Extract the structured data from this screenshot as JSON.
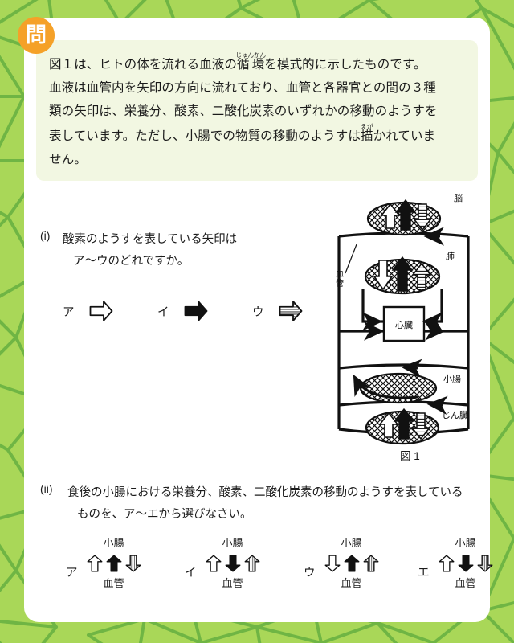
{
  "theme": {
    "background_green": "#a9d758",
    "pattern_line_green": "#6fb544",
    "card_white": "#ffffff",
    "intro_box_green": "#f2f7e2",
    "badge_orange": "#f5a128",
    "ink": "#1b1b1b"
  },
  "badge": {
    "label": "問"
  },
  "intro": {
    "lines": [
      [
        {
          "t": "図１は、ヒトの体を流れる血液の"
        },
        {
          "t": "循環",
          "ruby": "じゅんかん"
        },
        {
          "t": "を模式的に示したものです。"
        }
      ],
      [
        {
          "t": "血液は血管内を矢印の方向に流れており、血管と各器官との間の３種"
        }
      ],
      [
        {
          "t": "類の矢印は、栄養分、酸素、二酸化炭素のいずれかの移動のようすを"
        }
      ],
      [
        {
          "t": "表しています。ただし、小腸での物質の移動のようすは"
        },
        {
          "t": "描",
          "ruby": "えが"
        },
        {
          "t": "かれていま"
        }
      ],
      [
        {
          "t": "せん。"
        }
      ]
    ]
  },
  "question_i": {
    "marker": "(i)",
    "lines": [
      "酸素のようすを表している矢印は",
      "ア～ウのどれですか。"
    ],
    "choices": [
      {
        "label": "ア",
        "arrow_style": "outline",
        "direction": "right"
      },
      {
        "label": "イ",
        "arrow_style": "solid",
        "direction": "right"
      },
      {
        "label": "ウ",
        "arrow_style": "hatched",
        "direction": "right"
      }
    ]
  },
  "question_ii": {
    "marker": "(ii)",
    "lines": [
      "食後の小腸における栄養分、酸素、二酸化炭素の移動のようすを表している",
      "ものを、ア～エから選びなさい。"
    ],
    "top_label": "小腸",
    "bottom_label": "血管",
    "choices": [
      {
        "label": "ア",
        "arrows": [
          {
            "style": "outline",
            "direction": "up"
          },
          {
            "style": "solid",
            "direction": "up"
          },
          {
            "style": "hatched",
            "direction": "down"
          }
        ]
      },
      {
        "label": "イ",
        "arrows": [
          {
            "style": "outline",
            "direction": "up"
          },
          {
            "style": "solid",
            "direction": "down"
          },
          {
            "style": "hatched",
            "direction": "up"
          }
        ]
      },
      {
        "label": "ウ",
        "arrows": [
          {
            "style": "outline",
            "direction": "down"
          },
          {
            "style": "solid",
            "direction": "up"
          },
          {
            "style": "hatched",
            "direction": "up"
          }
        ]
      },
      {
        "label": "エ",
        "arrows": [
          {
            "style": "outline",
            "direction": "up"
          },
          {
            "style": "solid",
            "direction": "down"
          },
          {
            "style": "hatched",
            "direction": "down"
          }
        ]
      }
    ]
  },
  "figure1": {
    "caption": "図 1",
    "vessel_label": "血管",
    "organs": [
      {
        "name": "brain",
        "label": "脳",
        "arrows": [
          "outline-up",
          "solid-up",
          "hatched-down"
        ]
      },
      {
        "name": "lung",
        "label": "肺",
        "arrows": [
          "outline-down",
          "solid-up",
          "hatched-up"
        ]
      },
      {
        "name": "heart",
        "label": "心臓",
        "arrows": []
      },
      {
        "name": "small-intestine",
        "label": "小腸",
        "arrows": []
      },
      {
        "name": "kidney",
        "label": "じん臓",
        "arrows": [
          "outline-up",
          "solid-up",
          "hatched-down"
        ]
      }
    ]
  }
}
